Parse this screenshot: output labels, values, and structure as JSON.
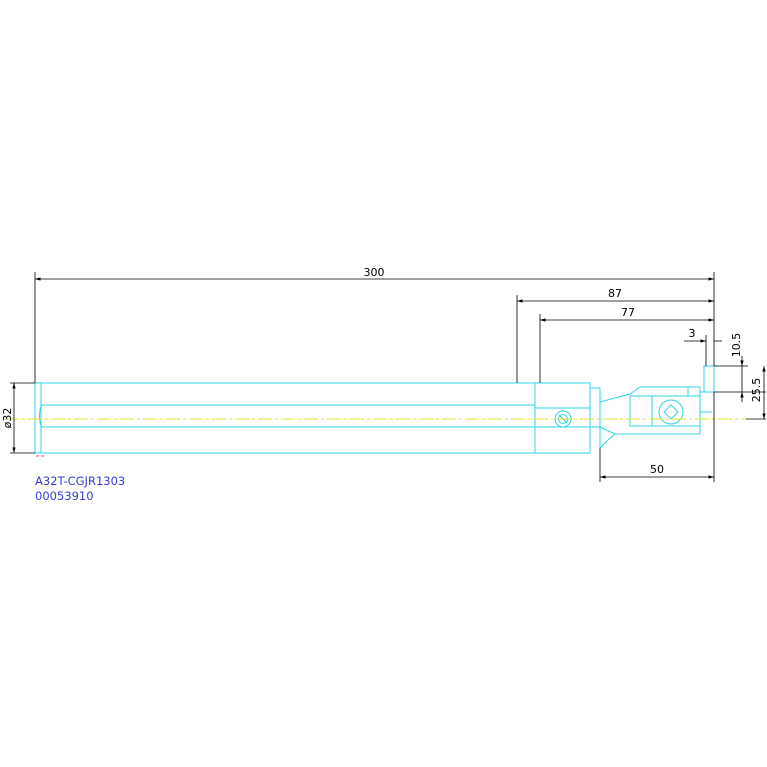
{
  "drawing": {
    "dimensions": {
      "overall_length": "300",
      "head_length_a": "87",
      "head_length_b": "77",
      "offset_small": "3",
      "height_small": "10.5",
      "height_large": "25.5",
      "shank_diameter": "ø32",
      "head_reach": "50"
    },
    "part_label": {
      "code": "A32T-CGJR1303",
      "number": "00053910"
    },
    "colors": {
      "outline": "#2fd6ea",
      "dimension": "#000000",
      "centerline": "#e6e62a",
      "label": "#3a3ad8"
    }
  }
}
